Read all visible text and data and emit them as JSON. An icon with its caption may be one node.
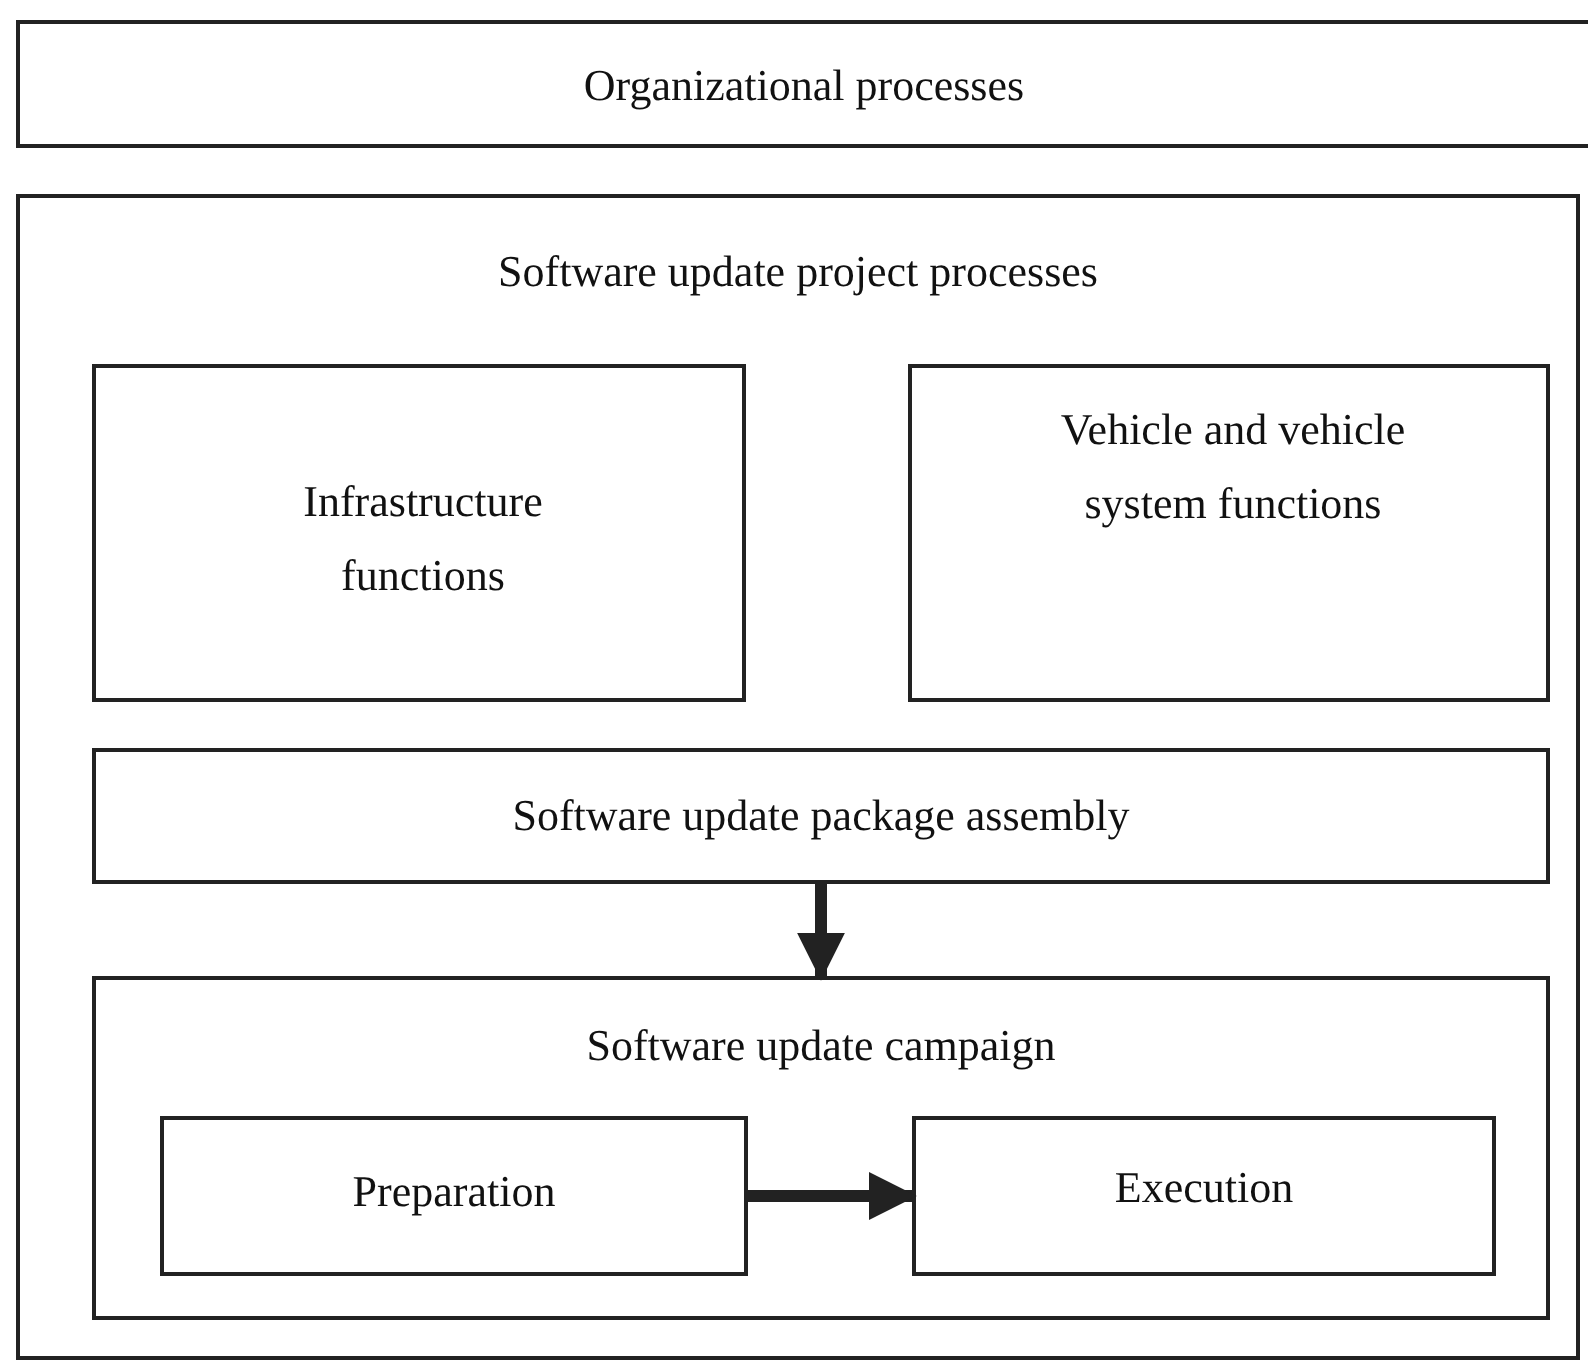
{
  "diagram": {
    "nodes": [
      {
        "text": [
          "Organizational processes"
        ]
      },
      {
        "text": [
          "Software update project processes"
        ]
      },
      {
        "text": [
          "Infrastructure functions"
        ],
        "in": 1
      },
      {
        "text": [
          "Vehicle and vehicle system functions"
        ],
        "in": 1
      },
      {
        "text": [
          "Software update package assembly"
        ],
        "in": 1
      },
      {
        "text": [
          "Software update campaign"
        ],
        "in": 1
      },
      {
        "text": [
          "Preparation"
        ],
        "in": 5
      },
      {
        "text": [
          "Execution"
        ],
        "in": 5
      }
    ],
    "edges": [
      {
        "from": 4,
        "to": 5,
        "arrow": "to"
      },
      {
        "from": 6,
        "to": 7,
        "arrow": "to"
      }
    ]
  }
}
